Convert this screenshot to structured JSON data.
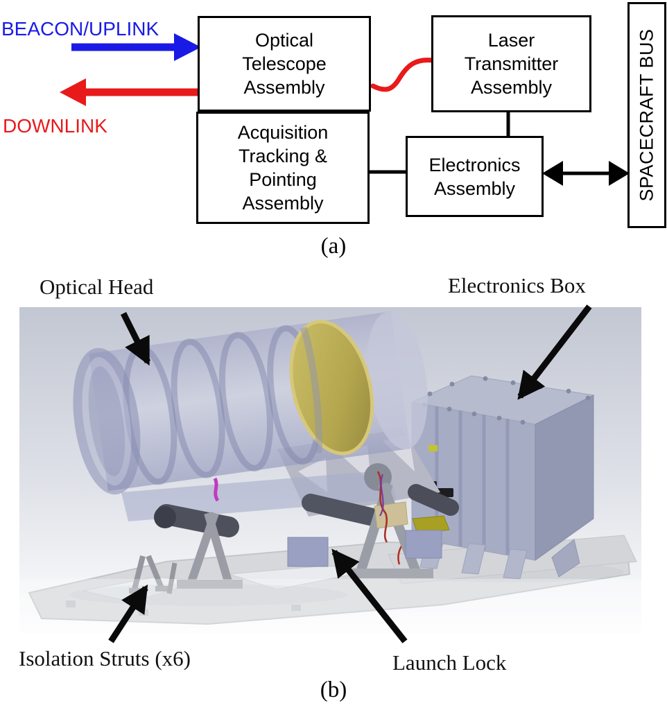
{
  "diagram": {
    "uplink_label": "BEACON/UPLINK",
    "downlink_label": "DOWNLINK",
    "boxes": {
      "optical_telescope": "Optical\nTelescope\nAssembly",
      "acquisition": "Acquisition\nTracking &\nPointing\nAssembly",
      "laser_transmitter": "Laser\nTransmitter\nAssembly",
      "electronics": "Electronics\nAssembly",
      "spacecraft_bus": "SPACECRAFT BUS"
    },
    "caption": "(a)"
  },
  "rendering": {
    "labels": {
      "optical_head": "Optical Head",
      "electronics_box": "Electronics Box",
      "isolation_struts": "Isolation Struts (x6)",
      "launch_lock": "Launch Lock"
    },
    "caption": "(b)"
  },
  "colors": {
    "uplink_blue": "#1a1ae6",
    "downlink_red": "#e81a1a",
    "mirror_gold": "#b3a64e",
    "structure_lavender": "#b4b7d2",
    "diagram_line_black": "#000000"
  }
}
